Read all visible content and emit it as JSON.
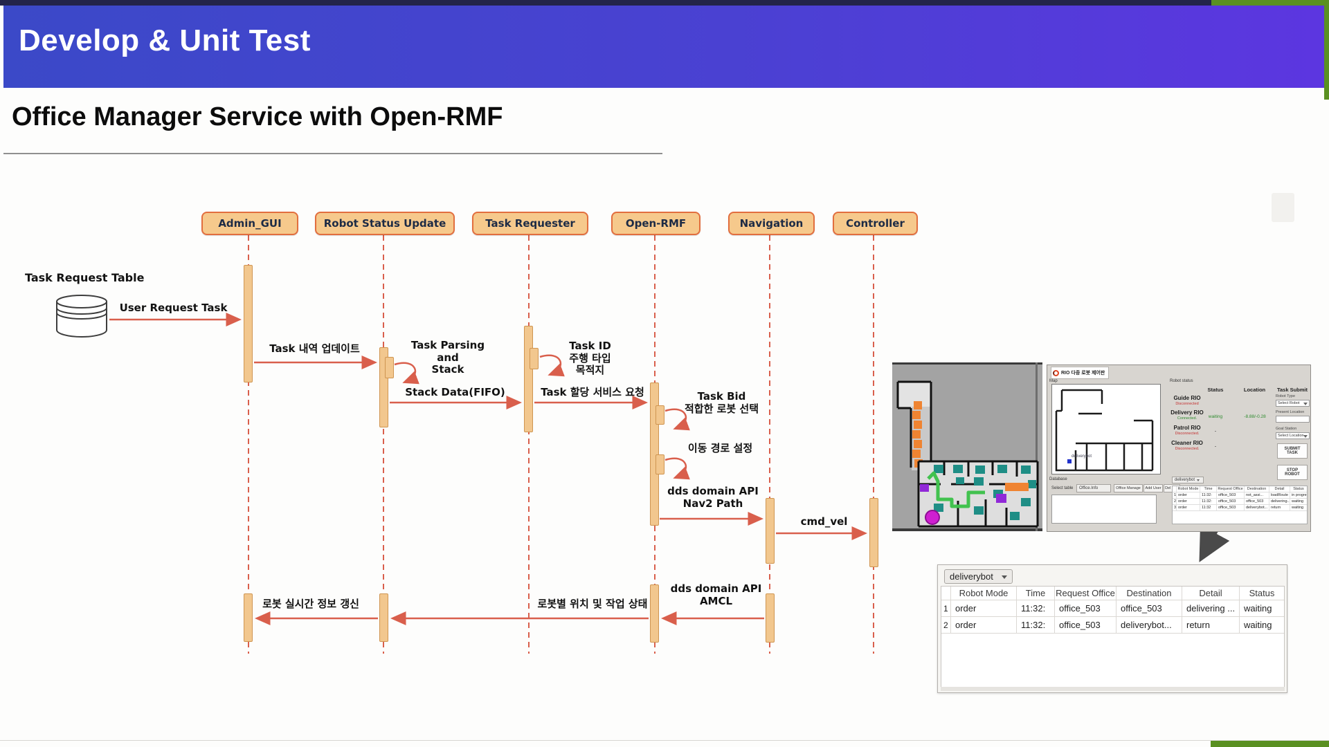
{
  "slide": {
    "banner_title": "Develop & Unit Test",
    "subtitle": "Office Manager Service with Open-RMF"
  },
  "colors": {
    "banner_left": "#3b49c8",
    "banner_right": "#5c36e0",
    "accent_green": "#5a9021",
    "actor_fill": "#f6c98c",
    "actor_border": "#e26e3e",
    "arrow_red": "#d95f4c",
    "map_path_orange": "#ef8432",
    "map_room_teal": "#1f8e86",
    "map_robot_magenta": "#cf1fd1"
  },
  "diagram": {
    "actors": [
      {
        "label": "Admin_GUI"
      },
      {
        "label": "Robot Status Update"
      },
      {
        "label": "Task Requester"
      },
      {
        "label": "Open-RMF"
      },
      {
        "label": "Navigation"
      },
      {
        "label": "Controller"
      }
    ],
    "database_label": "Task Request Table",
    "messages": {
      "user_request": "User Request Task",
      "task_update": "Task 내역 업데이트",
      "task_parsing": "Task Parsing\nand\nStack",
      "stack_data": "Stack Data(FIFO)",
      "task_id": "Task ID\n주행 타입\n목적지",
      "task_assign": "Task 할당 서비스 요청",
      "task_bid": "Task Bid\n적합한 로봇 선택",
      "route_set": "이동 경로 설정",
      "dds_nav2": "dds domain API\nNav2 Path",
      "cmd_vel": "cmd_vel",
      "dds_amcl": "dds domain API\nAMCL",
      "robot_pos": "로봇별 위치 및 작업 상태",
      "robot_realtime": "로봇 실시간 정보 갱신"
    }
  },
  "app": {
    "title": "RIO 다중 로봇 제어판",
    "map_label": "Map",
    "map_marker": "deliverybot",
    "status_label": "Robot status",
    "columns": {
      "status": "Status",
      "location": "Location",
      "task_submit": "Task Submit"
    },
    "robots": [
      {
        "name": "Guide RIO",
        "conn": "Disconnected",
        "status": "",
        "location": ""
      },
      {
        "name": "Delivery RIO",
        "conn": "Connected.",
        "status": "waiting",
        "location": "-8.88/-0.28"
      },
      {
        "name": "Patrol RIO",
        "conn": "Disconnected.",
        "status": "-",
        "location": ""
      },
      {
        "name": "Cleaner RIO",
        "conn": "Disconnected.",
        "status": "-",
        "location": ""
      }
    ],
    "task_submit": {
      "robot_type_label": "Robot Type",
      "robot_type_value": "Select Robot",
      "present_location_label": "Present Location",
      "goal_station_label": "Goal Station",
      "goal_station_value": "Select Location",
      "submit_label": "SUBMIT\nTASK",
      "stop_label": "STOP\nROBOT"
    },
    "database": {
      "label": "Database",
      "select_table_label": "Select table",
      "table_value": "Office.Info",
      "btn_office_manage": "Office Manage",
      "btn_add_user": "Add User",
      "btn_del_req": "Del Req"
    },
    "mini_table": {
      "selector": "deliverybot",
      "headers": [
        "Robot Mode",
        "Time",
        "Request Office",
        "Destination",
        "Detail",
        "Status"
      ],
      "rows": [
        [
          "1",
          "order",
          "11:32:",
          "office_503",
          "not_assi...",
          "loadRoute",
          "in progress"
        ],
        [
          "2",
          "order",
          "11:32:",
          "office_503",
          "office_503",
          "delivering...",
          "waiting"
        ],
        [
          "3",
          "order",
          "11:32",
          "office_503",
          "deliverybot...",
          "return",
          "waiting"
        ]
      ]
    }
  },
  "result_table": {
    "selector": "deliverybot",
    "headers": [
      "Robot Mode",
      "Time",
      "Request Office",
      "Destination",
      "Detail",
      "Status"
    ],
    "rows": [
      {
        "num": "1",
        "mode": "order",
        "time": "11:32:",
        "office": "office_503",
        "dest": "office_503",
        "detail": "delivering ...",
        "status": "waiting"
      },
      {
        "num": "2",
        "mode": "order",
        "time": "11:32:",
        "office": "office_503",
        "dest": "deliverybot...",
        "detail": "return",
        "status": "waiting"
      }
    ]
  }
}
